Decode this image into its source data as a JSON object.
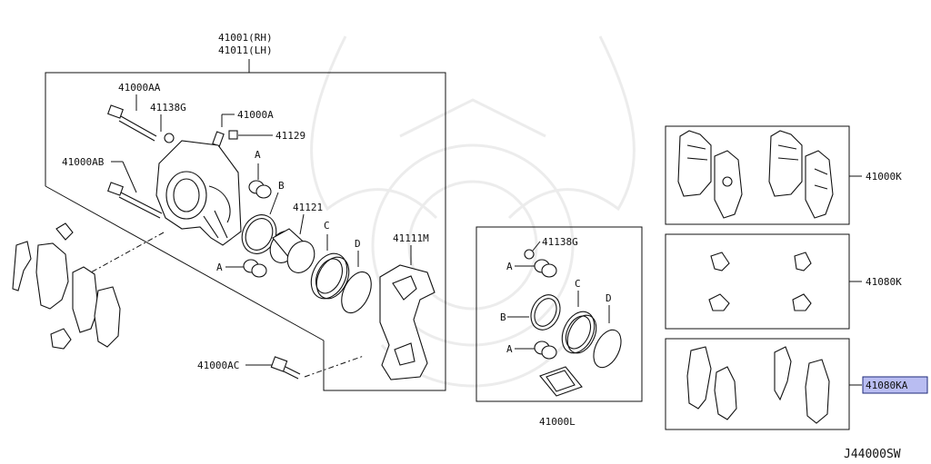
{
  "diagram": {
    "code": "J44000SW",
    "caliper": {
      "rh": "41001(RH)",
      "lh": "41011(LH)"
    },
    "labels": {
      "p41000AA": "41000AA",
      "p41138G": "41138G",
      "p41000A": "41000A",
      "p41129": "41129",
      "p41000AB": "41000AB",
      "pA": "A",
      "pB": "B",
      "p41121": "41121",
      "pC": "C",
      "pD": "D",
      "p41111M": "41111M",
      "pA2": "A",
      "p41000AC": "41000AC"
    },
    "kit": {
      "p41138G": "41138G",
      "pA": "A",
      "pB": "B",
      "pC": "C",
      "pD": "D",
      "pA2": "A",
      "name": "41000L"
    },
    "right": {
      "pads": "41000K",
      "clips": "41080K",
      "shims": "41080KA"
    },
    "highlight_color": "#b9bdf2"
  }
}
